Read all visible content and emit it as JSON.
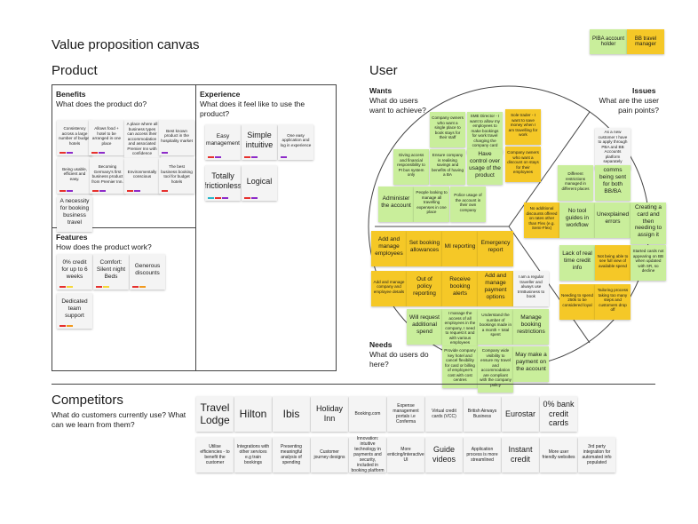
{
  "canvas_title": "Value proposition canvas",
  "legend": [
    {
      "label": "PIBA account holder",
      "color": "#c9ee9b"
    },
    {
      "label": "BB travel manager",
      "color": "#f5c827"
    }
  ],
  "product": {
    "heading": "Product",
    "benefits": {
      "title": "Benefits",
      "question": "What does the product do?",
      "notes": [
        "Consistency across a large number of budget hotels",
        "Allows food + hotel to be arranged in one place",
        "A place where all business types can access their accommodation and associated Premier Inn with confidence",
        "Best known product in the hospitality market",
        "Being usable, efficient and easy.",
        "Becoming Germany's first business product from Premier Inn.",
        "Environmentally conscious",
        "The best business booking tool for budget hotels",
        "A necessity for booking business travel"
      ]
    },
    "experience": {
      "title": "Experience",
      "question": "What does it feel like to use the product?",
      "notes": [
        "Easy management",
        "Simple intuitive",
        "One easy application and log in experience",
        "Totally frictionless",
        "Logical"
      ]
    },
    "features": {
      "title": "Features",
      "question": "How does the product work?",
      "notes": [
        "0% credit for up to 6 weeks",
        "Comfort: Silent night Beds",
        "Generous discounts",
        "Dedicated team support"
      ]
    }
  },
  "user": {
    "heading": "User",
    "wants": {
      "title": "Wants",
      "question": "What do users want to achieve?",
      "notes": [
        "Company owners who want a single place to book stays for their staff",
        "SME Director - I want to allow my employees to make bookings for work travel charging the company card",
        "Sole trader - I want to save money when I am travelling for work",
        "Giving access and financial responsibility to PI bus system only",
        "Ensure company is realising savings and benefits of having a BA",
        "Have control over usage of the product",
        "Company owners who want a discount on stays for their employees",
        "Administer the account",
        "People looking to manage all travelling expenses in one place",
        "Police usage of the account in their own company"
      ]
    },
    "issues": {
      "title": "Issues",
      "question": "What are the user pain points?",
      "notes": [
        "As a new customer I have to apply through PBA and BB Accounts platform separately",
        "Different restrictions managed in different places",
        "comms being sent for both BB/BA",
        "No additional discounts offered on rates other than Flex (e.g. Semi-Flex)",
        "No tool guides in workflow",
        "Unexplained errors",
        "Creating a card and then needing to assign it",
        "Lack of real time credit info",
        "Not being able to see full view of available spend",
        "Started cards not appearing on BB when updated with SR, so decline",
        "Needing to spend 250k to be considered loyal",
        "Tailoring process taking too many steps and customers drop off"
      ]
    },
    "needs": {
      "title": "Needs",
      "question": "What do users do here?",
      "notes": [
        "Add and manage employees",
        "Set booking allowances",
        "MI reporting",
        "Emergency report",
        "Add and manage company and employee details",
        "Out of policy reporting",
        "Receive booking alerts",
        "Add and manage payment options",
        "I am a regular traveller and always use trmBusiness to book",
        "Will request additional spend",
        "I manage the access of all employees in the company, I need to request it and with various employees",
        "Understand the number of bookings made in a month + total spent",
        "Manage booking restrictions",
        "Provide company key hotel and cancel flexibility for card or billing of employee's cost with cost centres",
        "Company wide visibility to ensure my travel and accommodation are compliant with the company policy",
        "May make a payment on the account"
      ]
    }
  },
  "competitors": {
    "heading": "Competitors",
    "question": "What do customers currently use? What can we learn from them?",
    "row1": [
      "Travel Lodge",
      "Hilton",
      "Ibis",
      "Holiday Inn",
      "Booking.com",
      "Expense management portals i.e Conferma",
      "Virtual credit cards (VCC)",
      "British Airways Business",
      "Eurostar",
      "0% bank credit cards"
    ],
    "row2": [
      "Utilise efficiencies - to benefit the customer",
      "Integrations with other services e.g train bookings",
      "Presenting meaningful analysis of spending",
      "Customer journey designs",
      "Innovation: intuitive technology in payments and security, included in booking platform",
      "More enticing/interactive UI",
      "Guide videos",
      "Application process is more streamlined",
      "Instant credit",
      "More user friendly websites",
      "3rd party integration for automated info populated"
    ]
  }
}
